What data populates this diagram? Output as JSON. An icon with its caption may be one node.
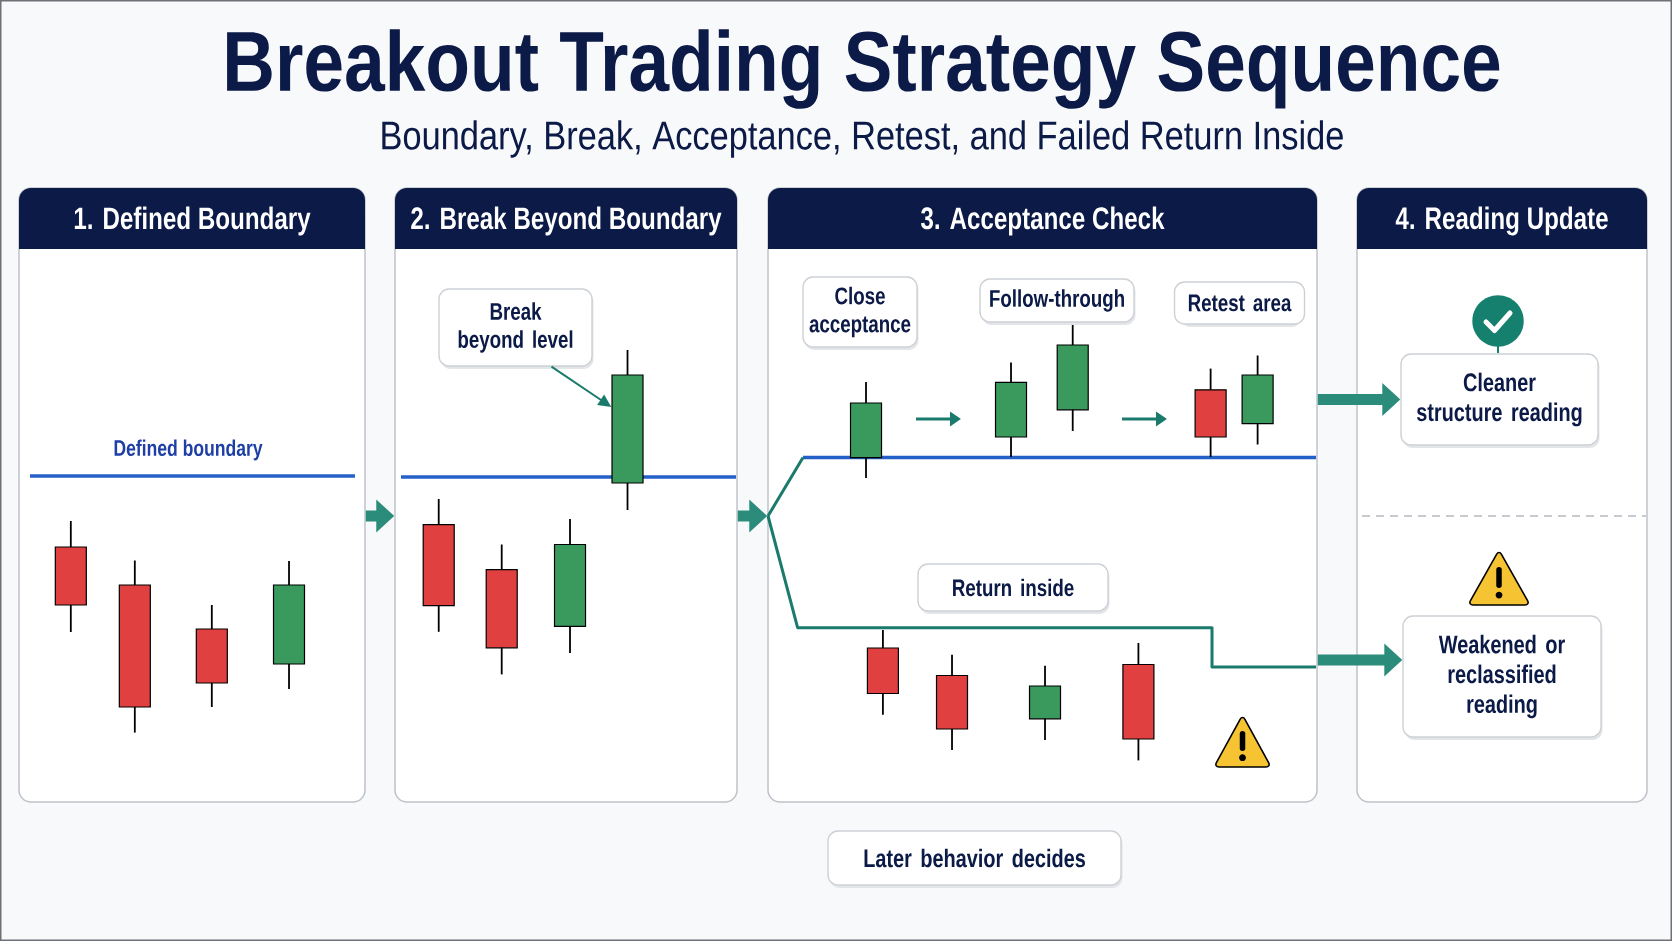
{
  "diagram": {
    "title": "Breakout Trading Strategy Sequence",
    "nodes": [
      {
        "text": [
          "1. Defined Boundary"
        ]
      },
      {
        "text": [
          "2. Break Beyond Boundary"
        ]
      },
      {
        "text": [
          "Break beyond level"
        ],
        "in": 1
      },
      {
        "text": [],
        "shape": "bar",
        "in": 1
      },
      {
        "text": [
          "3. Acceptance Check"
        ]
      },
      {
        "text": [
          "Close acceptance"
        ],
        "in": 4
      },
      {
        "text": [
          "Follow-through"
        ],
        "in": 4
      },
      {
        "text": [
          "Retest area"
        ],
        "in": 4
      },
      {
        "text": [
          "Return inside"
        ],
        "in": 4
      },
      {
        "text": [
          "4. Reading Update"
        ]
      },
      {
        "text": [
          "Cleaner structure reading"
        ],
        "in": 9
      },
      {
        "text": [
          "Weakened or reclassified reading"
        ],
        "in": 9
      },
      {
        "text": [
          "Later behavior decides"
        ]
      }
    ],
    "edges": [
      {
        "from": 0,
        "to": 1,
        "arrow": "to"
      },
      {
        "from": 1,
        "to": 4,
        "arrow": "to"
      },
      {
        "from": 2,
        "to": 3,
        "arrow": "to"
      },
      {
        "from": 4,
        "to": 10,
        "arrow": "to"
      },
      {
        "from": 4,
        "to": 11,
        "arrow": "to"
      }
    ],
    "labels": [
      "Boundary, Break, Acceptance, Retest, and Failed Return Inside",
      "Defined boundary"
    ]
  }
}
